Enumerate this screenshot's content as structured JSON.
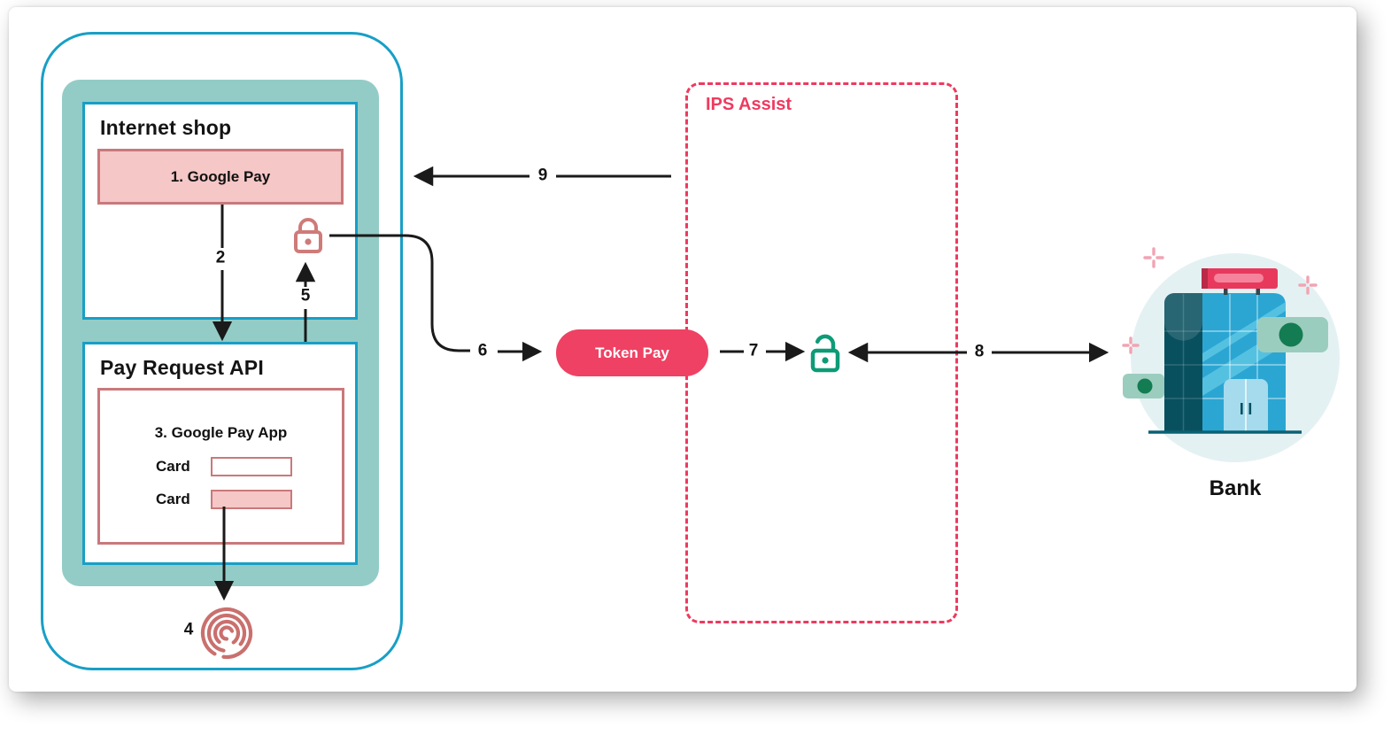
{
  "phone": {
    "internet_shop": {
      "title": "Internet shop",
      "button": "1. Google Pay"
    },
    "pay_request_api": {
      "title": "Pay Request API",
      "app_title": "3. Google Pay App",
      "card_label_1": "Card",
      "card_label_2": "Card"
    }
  },
  "steps": {
    "2": "2",
    "4": "4",
    "5": "5",
    "6": "6",
    "7": "7",
    "8": "8",
    "9": "9"
  },
  "token_pay": {
    "label": "Token Pay"
  },
  "ips": {
    "title": "IPS Assist"
  },
  "bank": {
    "label": "Bank"
  },
  "icons": {
    "lock": "lock-icon",
    "unlock": "unlock-icon",
    "fingerprint": "fingerprint-icon",
    "bank_building": "bank-building-illustration",
    "banknote": "banknote-icon",
    "sparkle": "sparkle-icon"
  },
  "colors": {
    "phone_border": "#189FC6",
    "screen_teal": "#93CCC6",
    "salmon_border": "#C9797B",
    "pink_fill": "#F5C7C6",
    "crimson": "#EE3A5F",
    "token_pink": "#EF4163",
    "green_lock": "#0D9B77",
    "arrow_black": "#1A1A1A",
    "bank_dark": "#09505F",
    "bank_blue": "#2BA6D3"
  }
}
